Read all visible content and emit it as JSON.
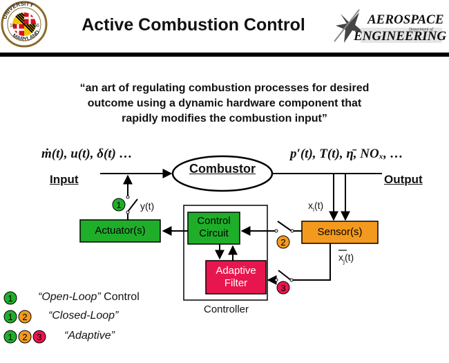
{
  "header": {
    "title": "Active Combustion Control",
    "left_logo": {
      "icon": "university-of-maryland-seal-icon",
      "top_text": "UNIVERSITY",
      "bottom_text": "MARYLAND",
      "year_left": "18",
      "year_right": "56"
    },
    "right_logo": {
      "icon": "aerospace-engineering-logo-icon",
      "line1": "AEROSPACE",
      "line2": "Department of",
      "line3": "ENGINEERING"
    }
  },
  "quote": {
    "lines": [
      "“an art of regulating combustion processes for desired",
      "outcome using a dynamic hardware component that",
      "rapidly modifies the combustion input”"
    ]
  },
  "diagram": {
    "input_vars": "ṁ(t), u(t), δ(t) …",
    "output_vars": "p′(t), T(t), η̄, NOₓ, …",
    "input_label": "Input",
    "output_label": "Output",
    "combustor": "Combustor",
    "actuator": "Actuator(s)",
    "sensor": "Sensor(s)",
    "control_circuit": {
      "line1": "Control",
      "line2": "Circuit"
    },
    "adaptive_filter": {
      "line1": "Adaptive",
      "line2": "Filter"
    },
    "controller_label": "Controller",
    "signal_y": "y(t)",
    "signal_xi": {
      "base": "x",
      "sub": "i",
      "rest": "(t)"
    },
    "signal_xj": {
      "base": "x",
      "sub": "j",
      "rest": "(t)"
    },
    "switch_numbers": [
      "1",
      "2",
      "3"
    ]
  },
  "legend": {
    "items": [
      {
        "badges": [
          "1"
        ],
        "label_italic": "“Open-Loop”",
        "label_rest": " Control"
      },
      {
        "badges": [
          "1",
          "2"
        ],
        "label_italic": "“Closed-Loop”",
        "label_rest": ""
      },
      {
        "badges": [
          "1",
          "2",
          "3"
        ],
        "label_italic": "“Adaptive”",
        "label_rest": ""
      }
    ]
  },
  "colors": {
    "green": "#1fae2a",
    "orange": "#f39a1e",
    "red": "#e8164e",
    "adaptive_fill": "#e8164e",
    "rule": "#000000"
  }
}
